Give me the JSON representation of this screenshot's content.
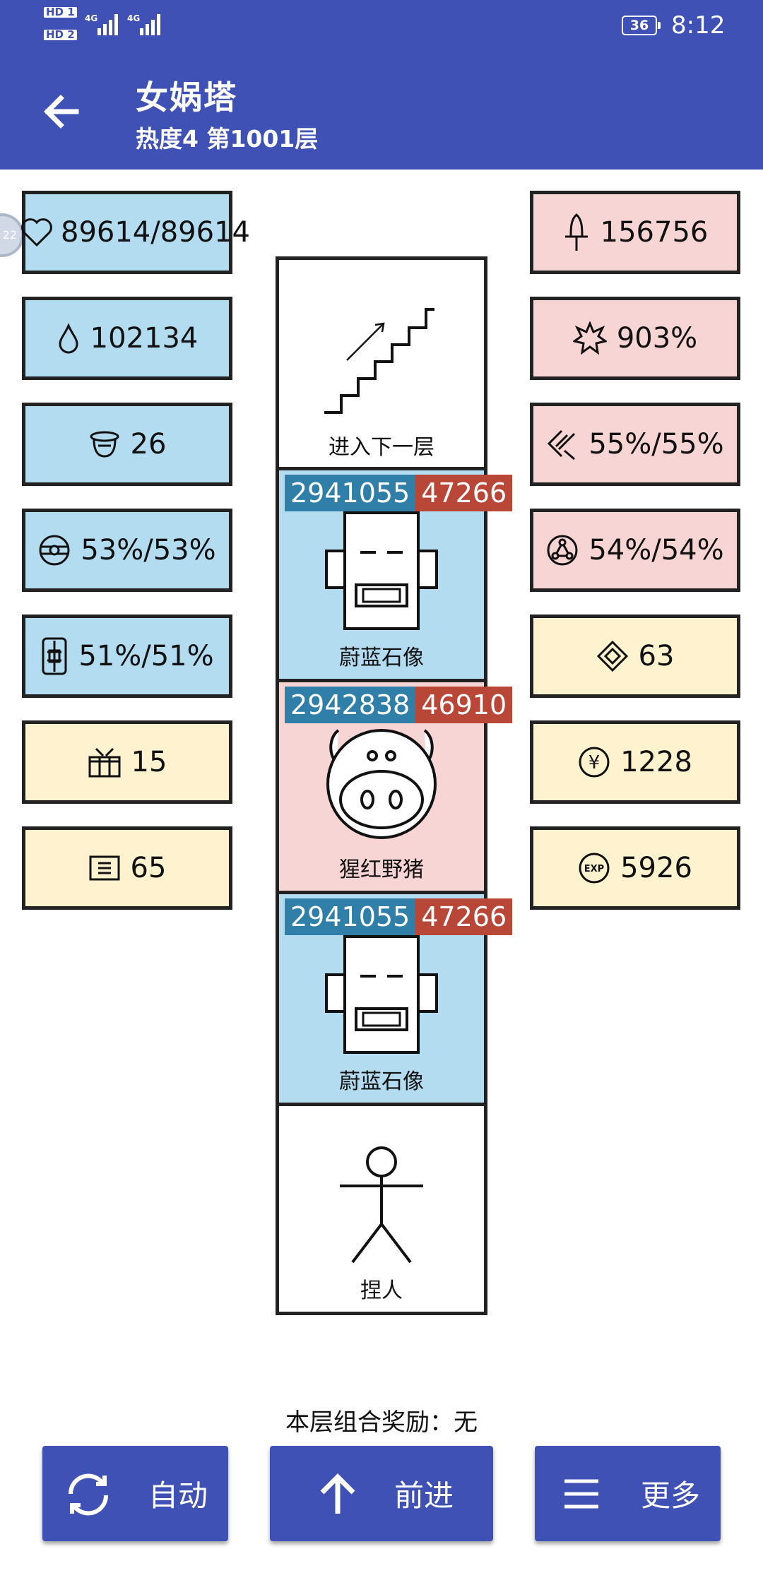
{
  "status_bar": {
    "sim1_label": "HD 1",
    "sim2_label": "HD 2",
    "net1": "4G",
    "net2": "4G",
    "battery": "36",
    "time": "8:12"
  },
  "header": {
    "title": "女娲塔",
    "subtitle": "热度4 第1001层",
    "back_icon": "arrow-left-icon"
  },
  "left_stats": [
    {
      "icon": "heart-icon",
      "value": "89614/89614",
      "color": "#b3dcf0"
    },
    {
      "icon": "drop-icon",
      "value": "102134",
      "color": "#b3dcf0"
    },
    {
      "icon": "helmet-icon",
      "value": "26",
      "color": "#b3dcf0"
    },
    {
      "icon": "orb-icon",
      "value": "53%/53%",
      "color": "#b3dcf0"
    },
    {
      "icon": "shield-icon",
      "value": "51%/51%",
      "color": "#b3dcf0"
    },
    {
      "icon": "gift-icon",
      "value": "15",
      "color": "#fef2cf"
    },
    {
      "icon": "scroll-icon",
      "value": "65",
      "color": "#fef2cf"
    }
  ],
  "right_stats": [
    {
      "icon": "sword-icon",
      "value": "156756",
      "color": "#f8d5d5"
    },
    {
      "icon": "burst-icon",
      "value": "903%",
      "color": "#f8d5d5"
    },
    {
      "icon": "slash-icon",
      "value": "55%/55%",
      "color": "#f8d5d5"
    },
    {
      "icon": "nodes-icon",
      "value": "54%/54%",
      "color": "#f8d5d5"
    },
    {
      "icon": "diamond-icon",
      "value": "63",
      "color": "#fef2cf"
    },
    {
      "icon": "coin-icon",
      "value": "1228",
      "color": "#fef2cf"
    },
    {
      "icon": "exp-icon",
      "value": "5926",
      "exp_text": "EXP",
      "color": "#fef2cf"
    }
  ],
  "tower": {
    "stairs_label": "进入下一层",
    "cells": [
      {
        "name": "蔚蓝石像",
        "hp": "2941055",
        "atk": "47266",
        "icon": "robot-icon",
        "color": "#b3dcf0"
      },
      {
        "name": "猩红野猪",
        "hp": "2942838",
        "atk": "46910",
        "icon": "pig-icon",
        "color": "#f8d5d5"
      },
      {
        "name": "蔚蓝石像",
        "hp": "2941055",
        "atk": "47266",
        "icon": "robot-icon",
        "color": "#b3dcf0"
      }
    ],
    "player_label": "捏人"
  },
  "reward_text": "本层组合奖励：无",
  "buttons": {
    "auto": "自动",
    "forward": "前进",
    "more": "更多"
  },
  "float_ball_text": "22"
}
